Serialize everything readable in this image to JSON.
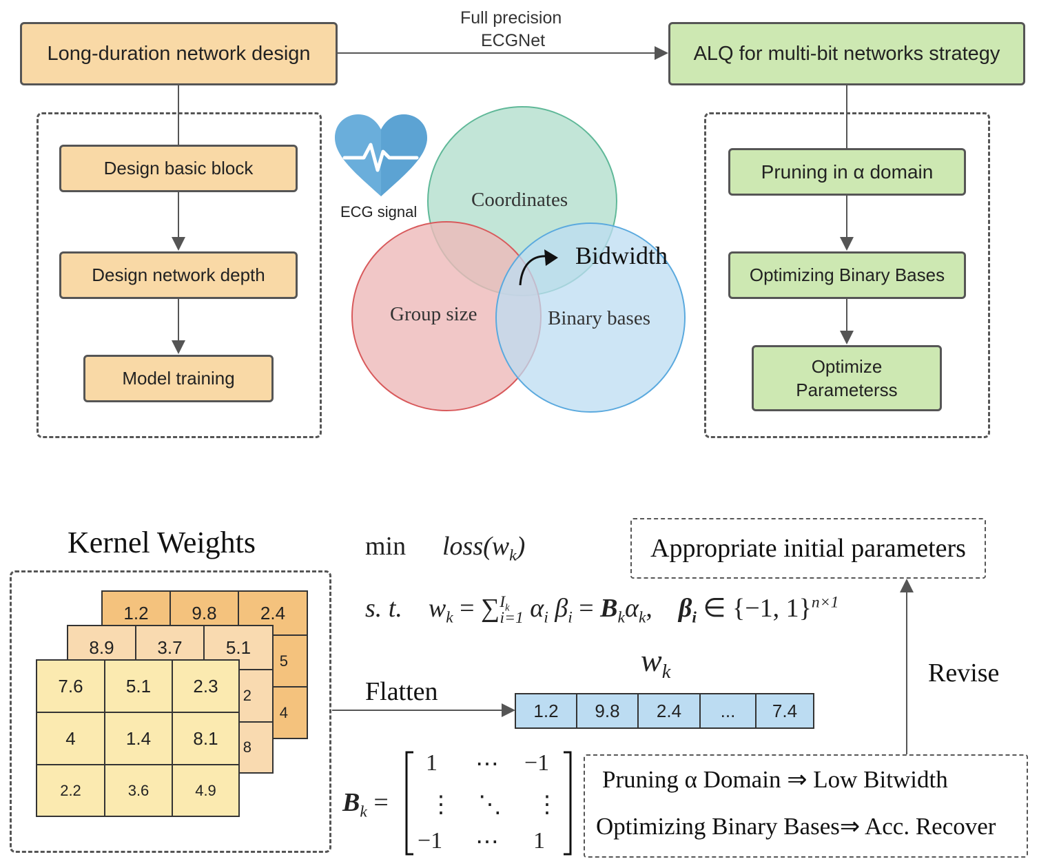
{
  "top": {
    "left_main": "Long-duration network design",
    "right_main": "ALQ for multi-bit networks strategy",
    "arrow_label_1": "Full precision",
    "arrow_label_2": "ECGNet",
    "left_steps": [
      "Design basic block",
      "Design network depth",
      "Model training"
    ],
    "right_steps": [
      "Pruning in α domain",
      "Optimizing Binary Bases",
      "Optimize",
      "Parameterss"
    ],
    "ecg_label": "ECG signal",
    "venn": {
      "coordinates": "Coordinates",
      "group_size": "Group size",
      "binary_bases": "Binary bases",
      "bidwidth": "Bidwidth"
    }
  },
  "bottom": {
    "kernel_title": "Kernel Weights",
    "layer_back": [
      "1.2",
      "9.8",
      "2.4",
      "5",
      "4"
    ],
    "layer_mid": [
      "8.9",
      "3.7",
      "5.1",
      "2",
      "8"
    ],
    "layer_front": [
      "7.6",
      "5.1",
      "2.3",
      "4",
      "1.4",
      "8.1",
      "2.2",
      "3.6",
      "4.9"
    ],
    "flatten_label": "Flatten",
    "wk_label": "w",
    "wk_sub": "k",
    "flat_values": [
      "1.2",
      "9.8",
      "2.4",
      "...",
      "7.4"
    ],
    "eq_min": "min",
    "eq_loss": "loss(w",
    "eq_st": "s. t.",
    "appropriate_label": "Appropriate initial parameters",
    "revise_label": "Revise",
    "prune_line": "Pruning α Domain ⇒ Low Bitwidth",
    "opt_line": "Optimizing Binary Bases⇒ Acc. Recover",
    "matrix": {
      "label": "B",
      "sub": "k",
      "rows": [
        [
          "1",
          "⋯",
          "−1"
        ],
        [
          "⋮",
          "⋱",
          "⋮"
        ],
        [
          "−1",
          "⋯",
          "1"
        ]
      ]
    }
  },
  "colors": {
    "orange_box": "#f9d9a6",
    "green_box": "#cde8b2",
    "venn_green": "#b7e1d0",
    "venn_red": "#eeb9b9",
    "venn_blue": "#bcdcf2",
    "heart": "#6aaedb",
    "kernel_back": "#f4c27d",
    "kernel_mid": "#f9dab0",
    "kernel_front": "#fbeab0",
    "flat_cells": "#bcdcf2"
  }
}
